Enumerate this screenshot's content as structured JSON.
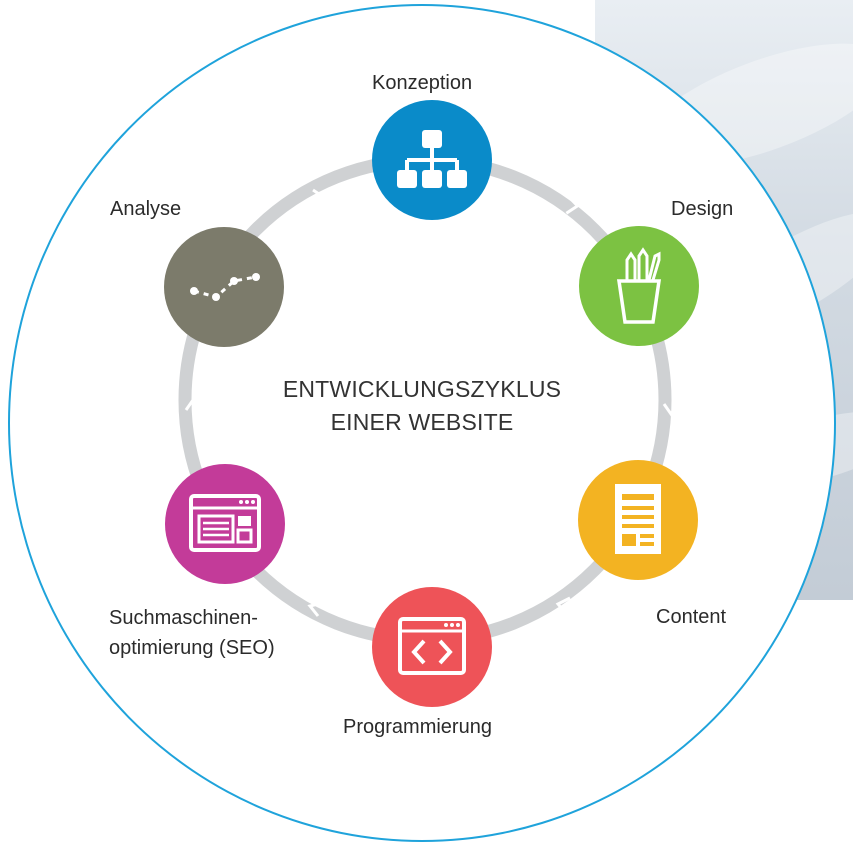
{
  "title": {
    "line1": "ENTWICKLUNGSZYKLUS",
    "line2": "EINER WEBSITE"
  },
  "steps": [
    {
      "label": "Konzeption",
      "color": "#0a8bc9",
      "icon": "sitemap-icon"
    },
    {
      "label": "Design",
      "color": "#7cc242",
      "icon": "pencil-cup-icon"
    },
    {
      "label": "Content",
      "color": "#f3b322",
      "icon": "document-icon"
    },
    {
      "label": "Programmierung",
      "color": "#ee5358",
      "icon": "code-window-icon"
    },
    {
      "label_line1": "Suchmaschinen-",
      "label_line2": "optimierung (SEO)",
      "color": "#c33b99",
      "icon": "browser-layout-icon"
    },
    {
      "label": "Analyse",
      "color": "#7c7b6b",
      "icon": "trend-line-icon"
    }
  ],
  "colors": {
    "ring": "#cfd1d3",
    "outline": "#1fa3db"
  }
}
